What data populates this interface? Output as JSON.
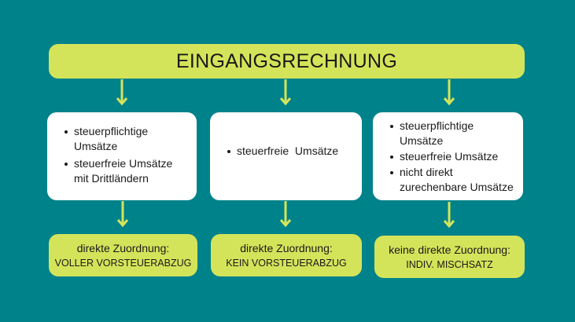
{
  "title": "EINGANGSRECHNUNG",
  "columns": [
    {
      "items": [
        "steuerpflichtige Umsätze",
        "steuerfreie Umsätze mit Drittländern"
      ],
      "result_line1": "direkte Zuordnung:",
      "result_line2": "VOLLER VORSTEUERABZUG"
    },
    {
      "items": [
        "steuerfreie  Umsätze"
      ],
      "result_line1": "direkte Zuordnung:",
      "result_line2": "KEIN VORSTEUERABZUG"
    },
    {
      "items": [
        "steuerpflichtige Umsätze",
        "steuerfreie Umsätze",
        "nicht direkt zurechenbare Umsätze"
      ],
      "result_line1": "keine direkte Zuordnung:",
      "result_line2": "INDIV. MISCHSATZ"
    }
  ],
  "colors": {
    "background": "#00828a",
    "accent": "#d4e45a",
    "box": "#ffffff"
  }
}
